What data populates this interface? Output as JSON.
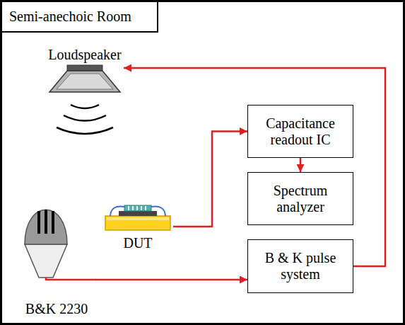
{
  "diagram": {
    "nodes": [
      {
        "text": [
          "Semi-anechoic Room"
        ]
      },
      {
        "text": [
          "Loudspeaker"
        ],
        "in": 0
      },
      {
        "text": [
          "Capacitance readout IC"
        ],
        "in": 0
      },
      {
        "text": [
          "Spectrum analyzer"
        ],
        "in": 0
      },
      {
        "text": [
          "DUT"
        ],
        "in": 0
      },
      {
        "text": [
          "B&K 2230"
        ],
        "in": 0
      },
      {
        "text": [
          "B & K pulse system"
        ],
        "in": 0
      }
    ],
    "edges": [
      {
        "from": 4,
        "to": 2,
        "arrow": "to"
      },
      {
        "from": 2,
        "to": 3,
        "arrow": "to"
      },
      {
        "from": 5,
        "to": 6,
        "arrow": "to"
      },
      {
        "from": 6,
        "to": 1,
        "arrow": "to"
      }
    ]
  }
}
